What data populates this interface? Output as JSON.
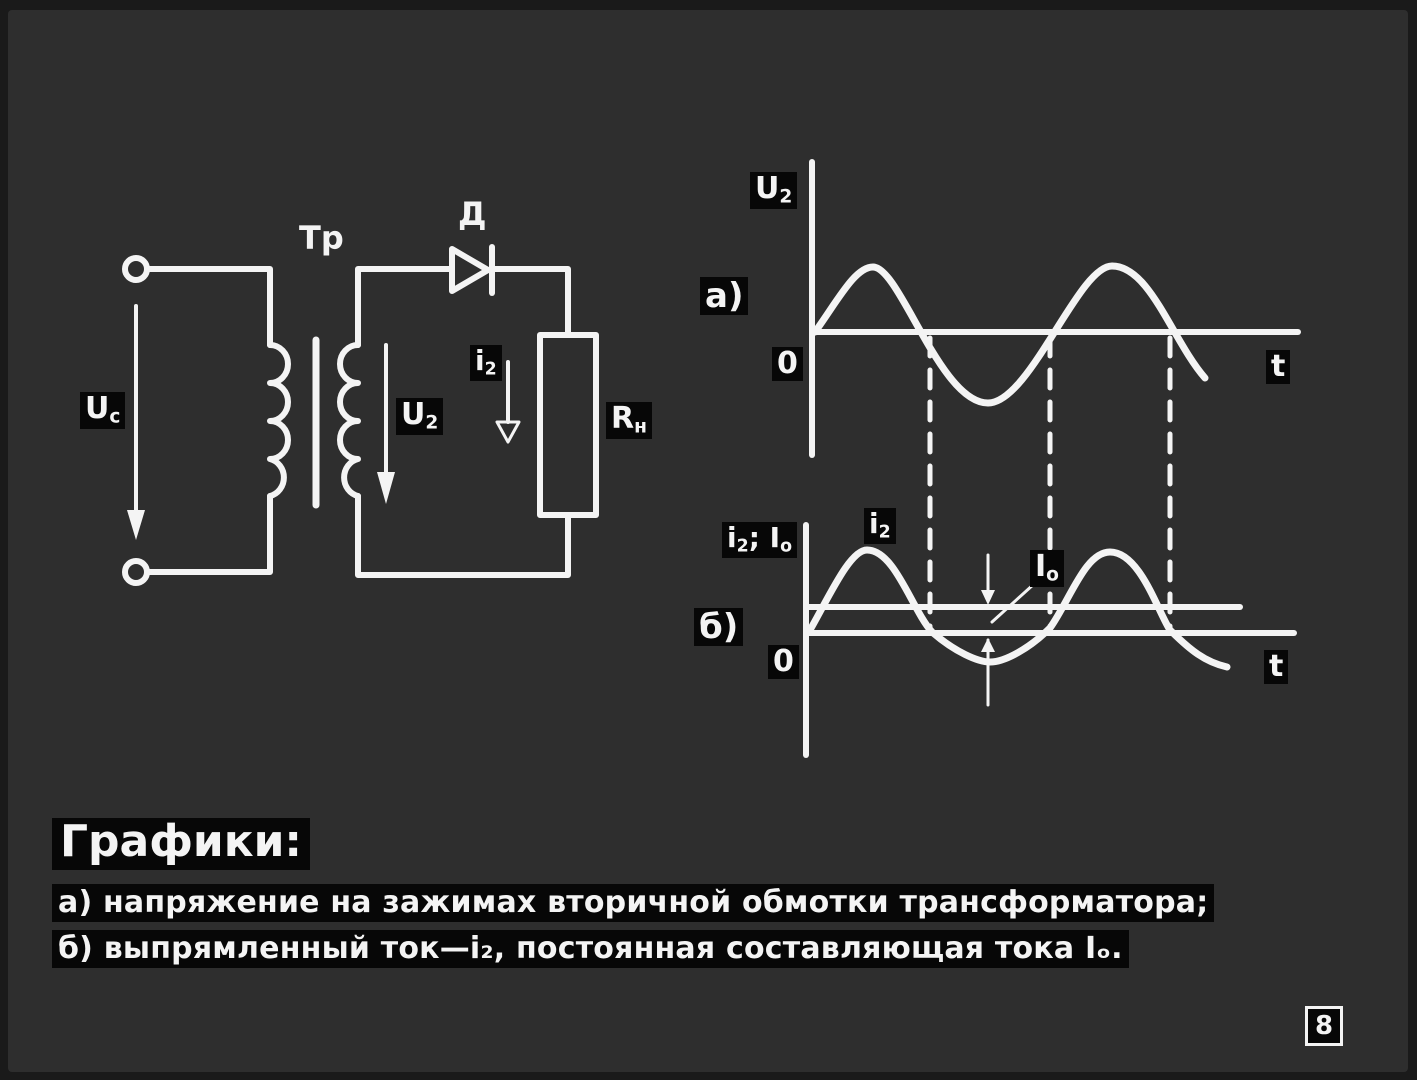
{
  "circuit": {
    "label_transformer": "Тр",
    "label_diode": "Д",
    "label_input_voltage": "U",
    "label_input_voltage_sub": "c",
    "label_secondary_voltage": "U",
    "label_secondary_voltage_sub": "2",
    "label_current": "i",
    "label_current_sub": "2",
    "label_load": "R",
    "label_load_sub": "н"
  },
  "graph_a": {
    "marker": "а)",
    "ylabel": "U",
    "ylabel_sub": "2",
    "zero": "0",
    "xlabel": "t"
  },
  "graph_b": {
    "marker": "б)",
    "ylabel_main": "i",
    "ylabel_main_sub": "2",
    "ylabel_sep": "; I",
    "ylabel_second_sub": "o",
    "curve_label": "i",
    "curve_label_sub": "2",
    "dc_label": "I",
    "dc_label_sub": "o",
    "zero": "0",
    "xlabel": "t"
  },
  "caption": {
    "title": "Графики:",
    "line_a": "а)  напряжение на зажимах  вторичной обмотки трансформатора;",
    "line_b": "б)  выпрямленный  ток—i₂,  постоянная  составляющая  тока  Iₒ."
  },
  "page_number": "8",
  "colors": {
    "background": "#2e2e2e",
    "line": "#f4f4f4",
    "label_bg": "#070707"
  }
}
